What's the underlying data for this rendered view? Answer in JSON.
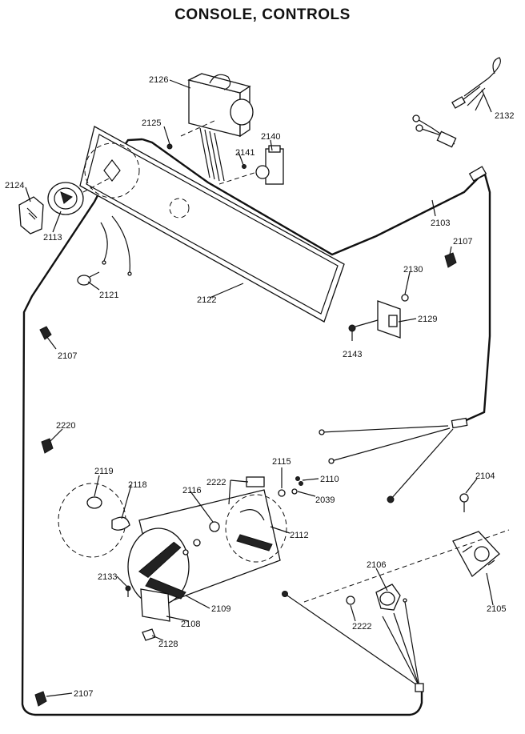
{
  "title": "CONSOLE, CONTROLS",
  "callouts": {
    "c2126": "2126",
    "c2125": "2125",
    "c2140": "2140",
    "c2141": "2141",
    "c2132": "2132",
    "c2124": "2124",
    "c2113": "2113",
    "c2103": "2103",
    "c2107a": "2107",
    "c2130": "2130",
    "c2121": "2121",
    "c2122": "2122",
    "c2129": "2129",
    "c2143": "2143",
    "c2107b": "2107",
    "c2220": "2220",
    "c2119": "2119",
    "c2118": "2118",
    "c2116": "2116",
    "c2222a": "2222",
    "c2115": "2115",
    "c2110": "2110",
    "c2039": "2039",
    "c2104": "2104",
    "c2112": "2112",
    "c2106": "2106",
    "c2133": "2133",
    "c2109": "2109",
    "c2108": "2108",
    "c2222b": "2222",
    "c2105": "2105",
    "c2128": "2128",
    "c2107c": "2107"
  }
}
